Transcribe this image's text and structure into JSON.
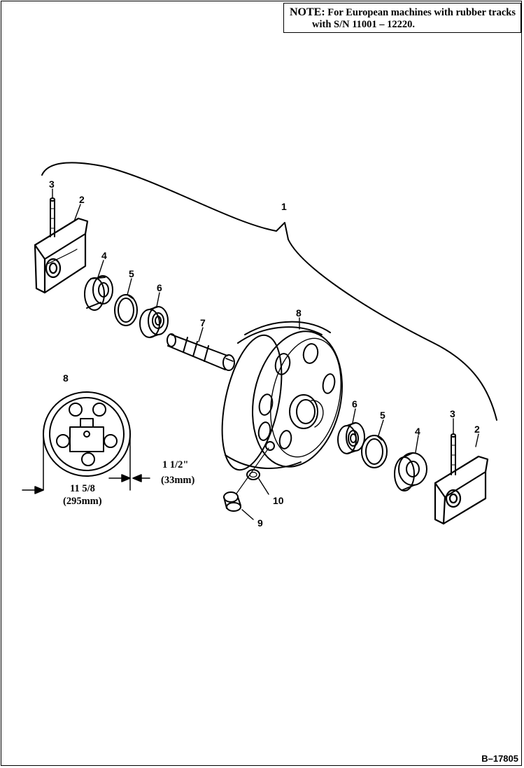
{
  "note": {
    "label": "NOTE:",
    "line1": "For European machines with rubber tracks",
    "line2": "with S/N 11001 – 12220."
  },
  "callouts": {
    "c1": "1",
    "c2a": "2",
    "c2b": "2",
    "c3a": "3",
    "c3b": "3",
    "c4a": "4",
    "c4b": "4",
    "c5a": "5",
    "c5b": "5",
    "c6a": "6",
    "c6b": "6",
    "c7": "7",
    "c8a": "8",
    "c8b": "8",
    "c9": "9",
    "c10": "10"
  },
  "dimensions": {
    "width_in": "11 5/8",
    "width_mm": "(295mm)",
    "secondary_in": "1 1/2\"",
    "secondary_mm": "(33mm)"
  },
  "figure_id": "B–17805"
}
